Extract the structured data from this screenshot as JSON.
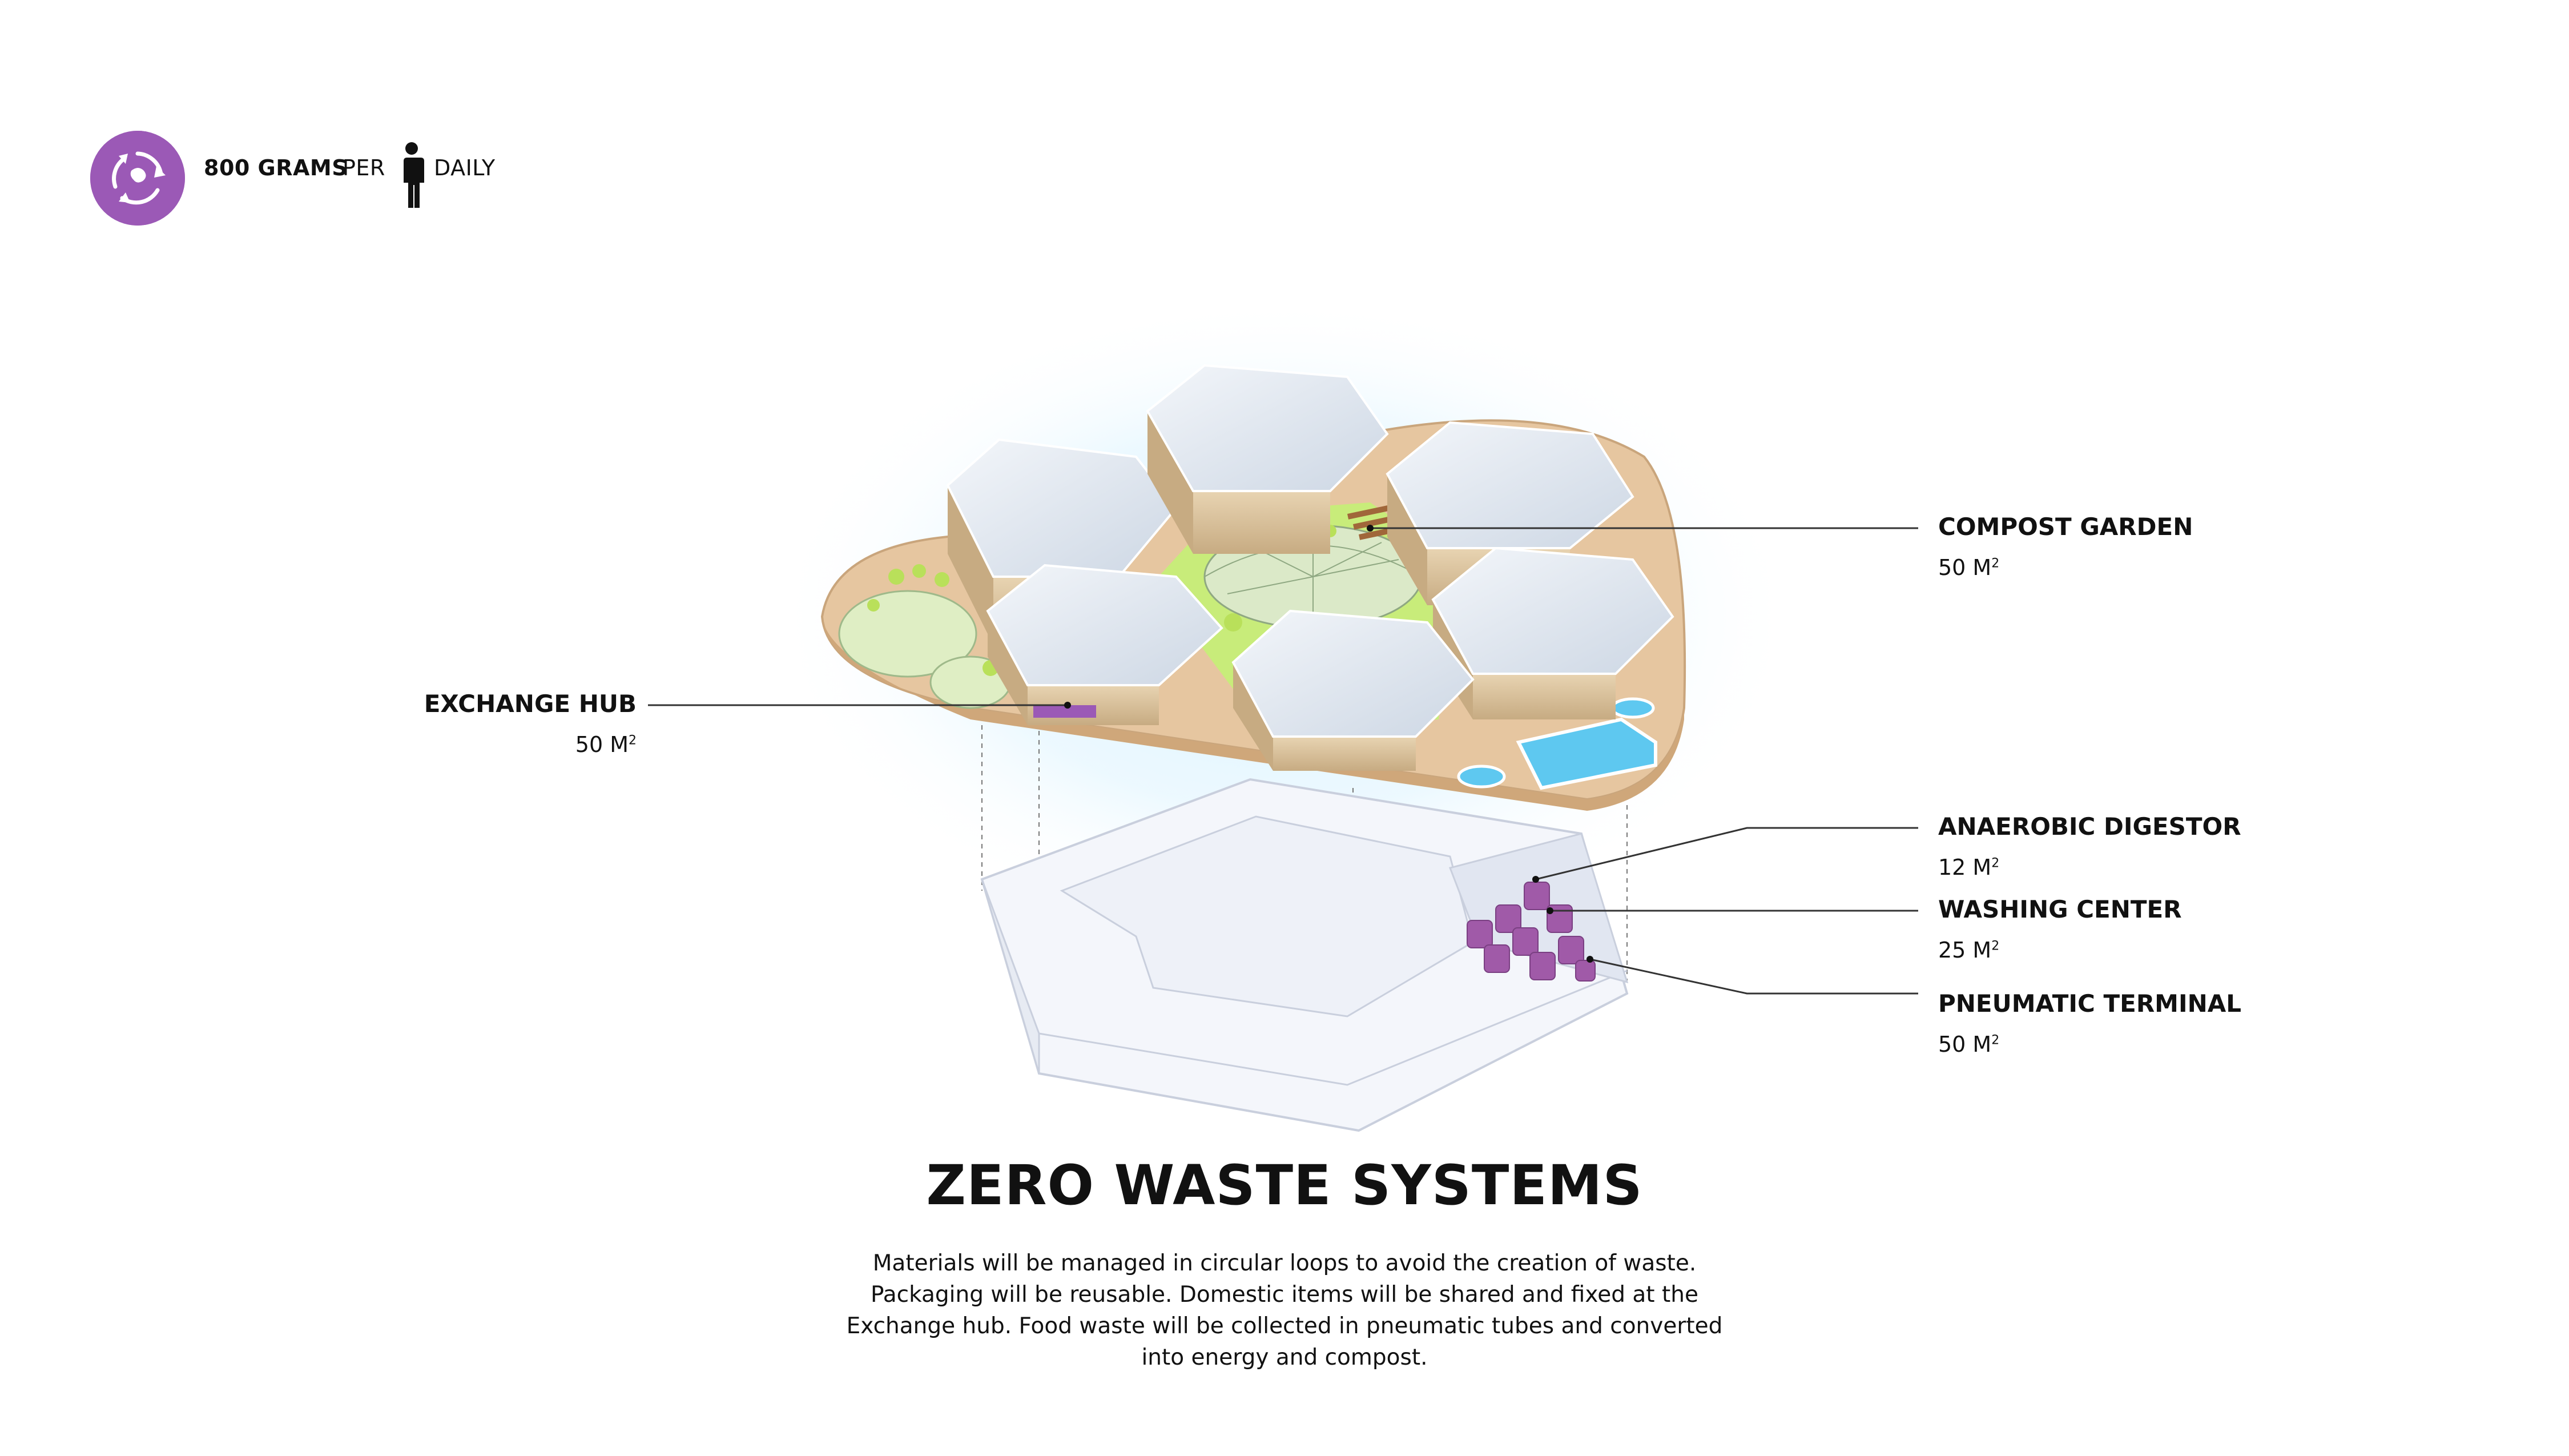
{
  "header": {
    "icon": "recycle-globe-icon",
    "amount_label": "800 GRAMS",
    "per_label": "PER",
    "person_icon": "person-icon",
    "period_label": "DAILY"
  },
  "labels": {
    "compost_garden": {
      "name": "COMPOST GARDEN",
      "area": "50 M",
      "unit_sup": "2"
    },
    "exchange_hub": {
      "name": "EXCHANGE HUB",
      "area": "50 M",
      "unit_sup": "2"
    },
    "anaerobic_digestor": {
      "name": "ANAEROBIC DIGESTOR",
      "area": "12 M",
      "unit_sup": "2"
    },
    "washing_center": {
      "name": "WASHING CENTER",
      "area": "25 M",
      "unit_sup": "2"
    },
    "pneumatic_terminal": {
      "name": "PNEUMATIC TERMINAL",
      "area": "50 M",
      "unit_sup": "2"
    }
  },
  "title": "ZERO WASTE SYSTEMS",
  "description": "Materials will be managed in circular loops to avoid the creation of waste. Packaging will be reusable. Domestic items will be shared and fixed at the Exchange hub. Food waste will be collected in pneumatic tubes and converted into energy and compost.",
  "colors": {
    "accent_purple": "#9b59b6",
    "deck": "#e6c6a0",
    "roof": "#e9eef5",
    "wall": "#d9c3a0",
    "green": "#c8ec7a",
    "water": "#5ec8f0",
    "glow": "#cfefff"
  }
}
